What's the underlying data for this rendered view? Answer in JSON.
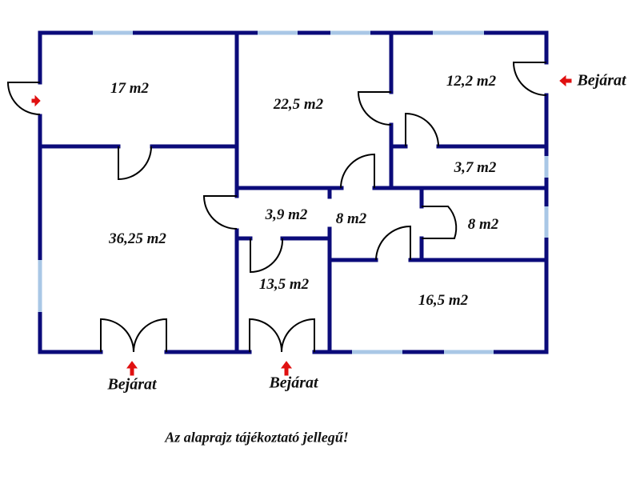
{
  "colors": {
    "wall": "#0b0b7a",
    "window": "#a9c7e6",
    "door": "#000000",
    "arrow": "#e01010"
  },
  "rooms": [
    {
      "id": "room-17",
      "area": "17 m2"
    },
    {
      "id": "room-22-5",
      "area": "22,5 m2"
    },
    {
      "id": "room-12-2",
      "area": "12,2 m2"
    },
    {
      "id": "room-3-7",
      "area": "3,7 m2"
    },
    {
      "id": "room-3-9",
      "area": "3,9 m2"
    },
    {
      "id": "room-8-hall",
      "area": "8 m2"
    },
    {
      "id": "room-8",
      "area": "8 m2"
    },
    {
      "id": "room-36-25",
      "area": "36,25 m2"
    },
    {
      "id": "room-13-5",
      "area": "13,5 m2"
    },
    {
      "id": "room-16-5",
      "area": "16,5 m2"
    }
  ],
  "entrances": [
    "Bejárat",
    "Bejárat",
    "Bejárat"
  ],
  "footer_note": "Az alaprajz tájékoztató jellegű!"
}
